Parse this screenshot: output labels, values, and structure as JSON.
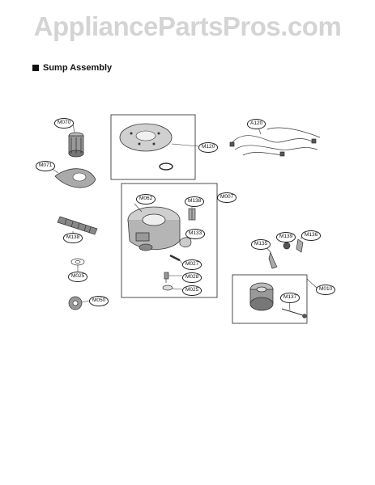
{
  "watermark": "AppliancePartsPros.com",
  "section": {
    "title": "Sump Assembly"
  },
  "callouts": {
    "m070": "M070",
    "m071": "M071",
    "m120": "M120",
    "a120": "A120",
    "m062": "M062",
    "m138_top": "M138",
    "m007": "M007",
    "m133": "M133",
    "m027": "M027",
    "m028": "M028",
    "m025_center": "M025",
    "m138_left": "M138",
    "m025_left": "M025",
    "m050": "M050",
    "m135_right": "M135",
    "m139": "M139",
    "m136": "M136",
    "m010": "M010",
    "m137": "M137"
  }
}
